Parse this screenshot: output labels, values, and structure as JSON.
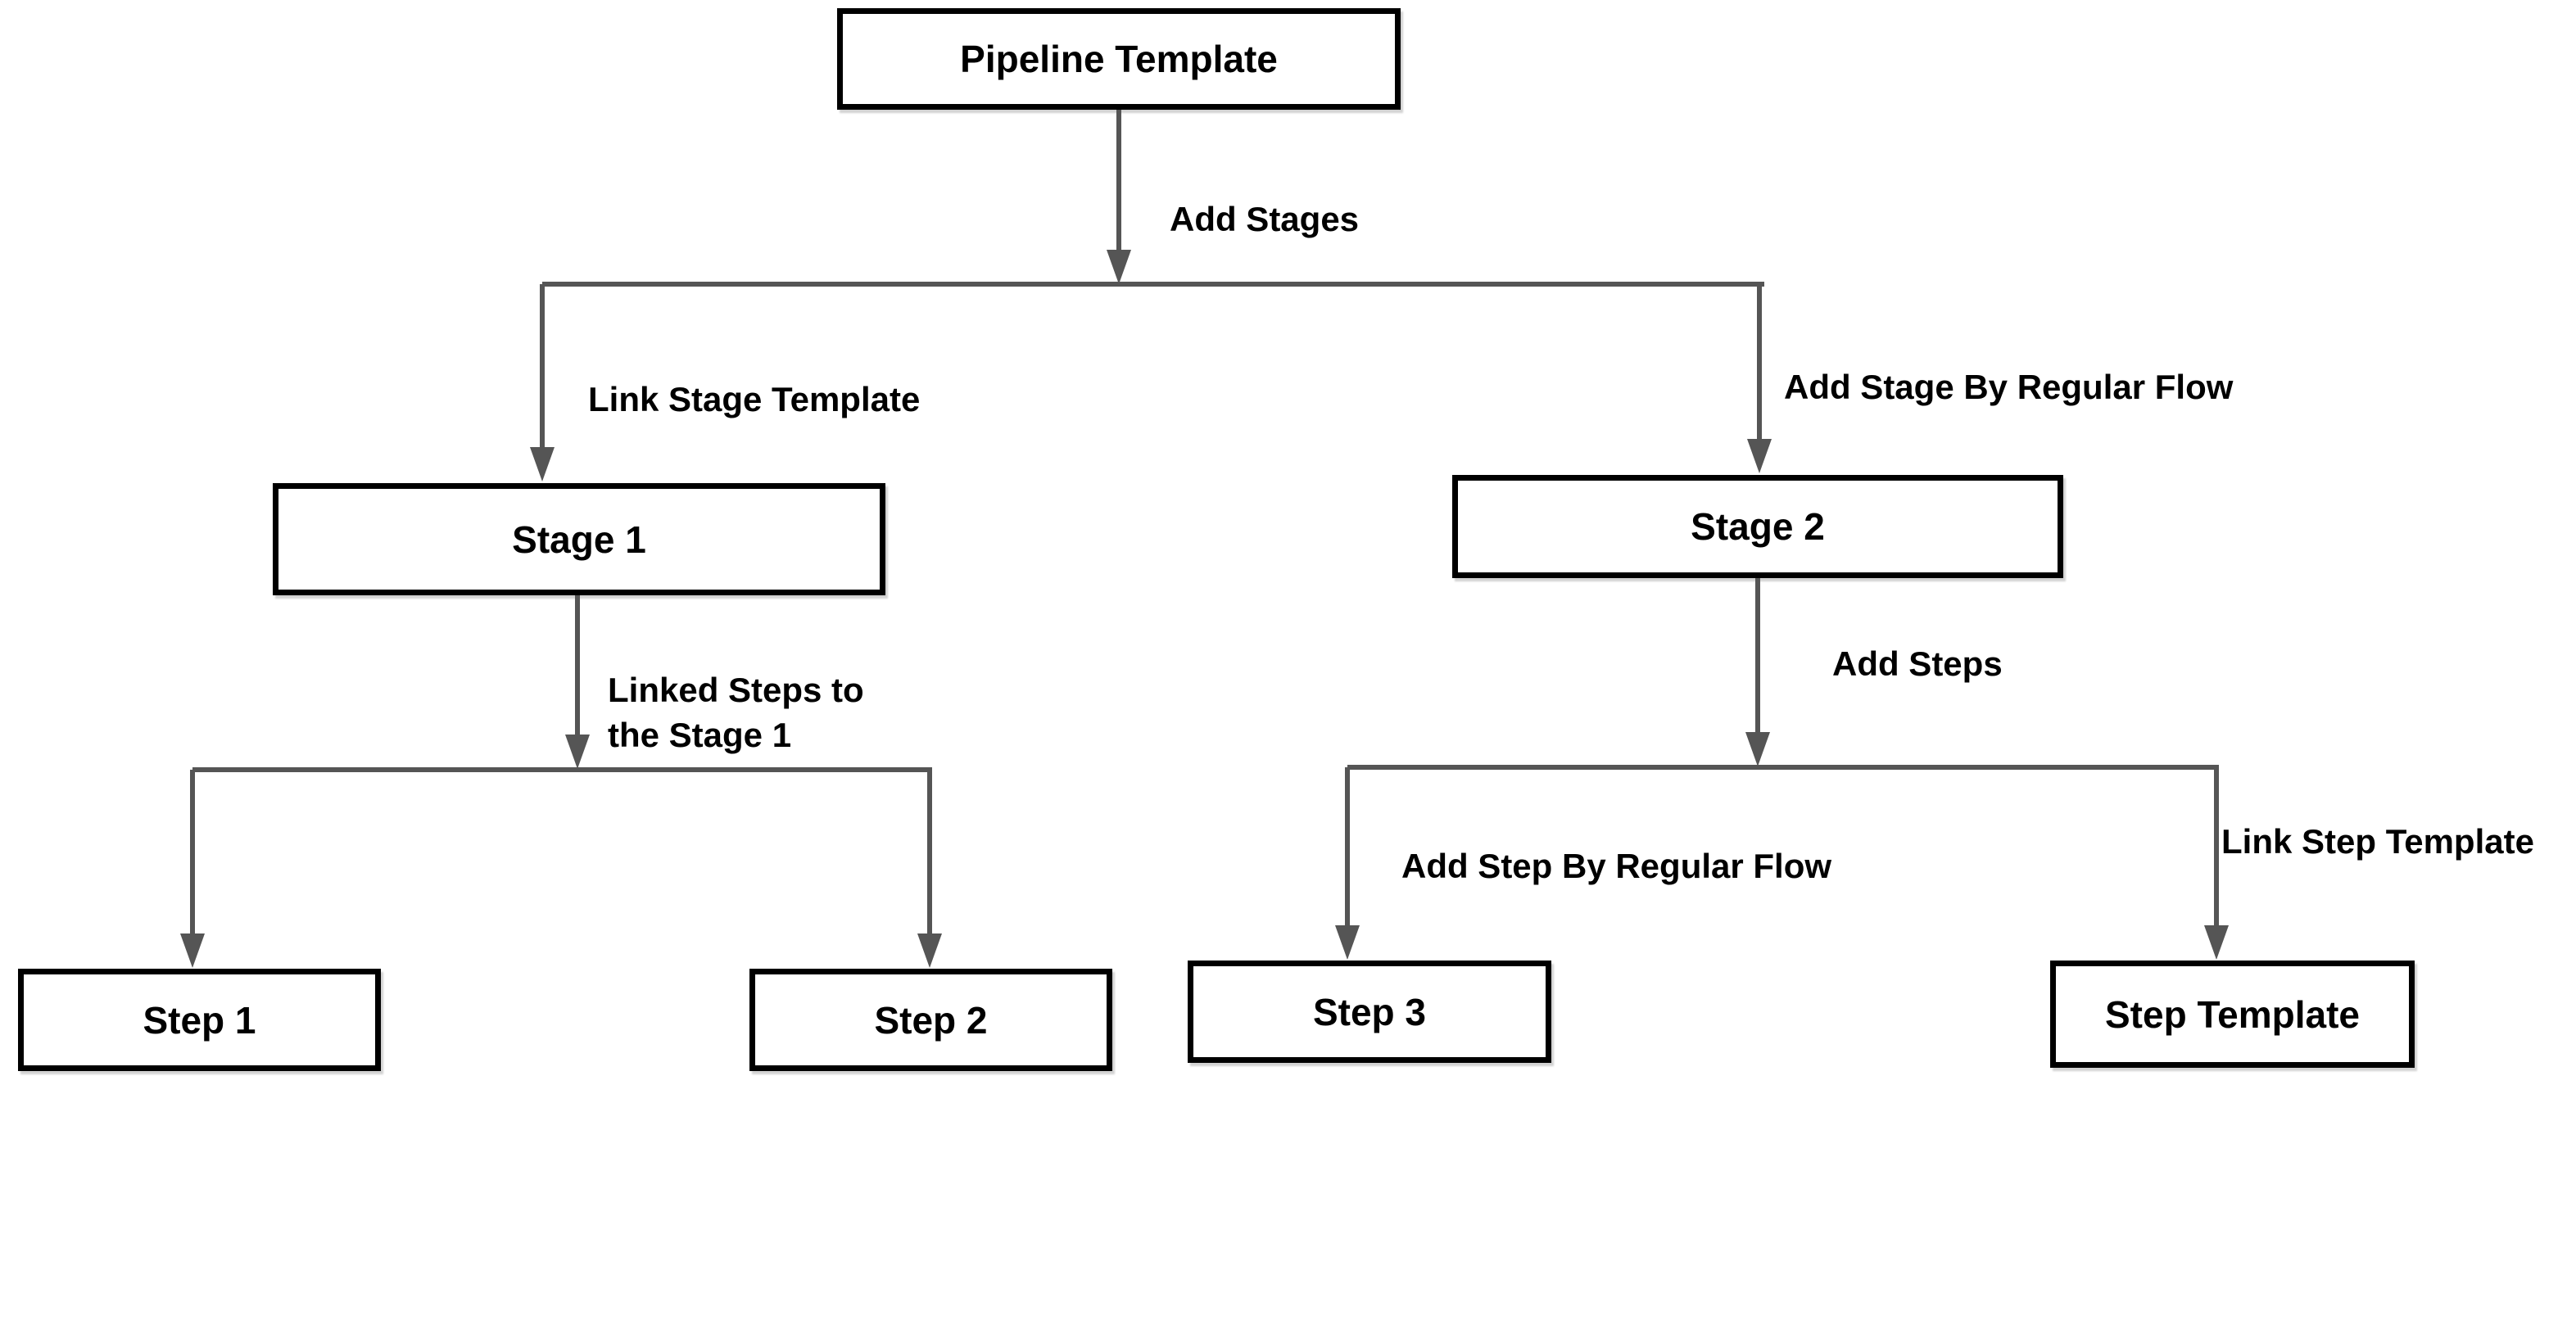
{
  "diagram": {
    "nodes": {
      "pipeline_template": "Pipeline Template",
      "stage_1": "Stage 1",
      "stage_2": "Stage 2",
      "step_1": "Step 1",
      "step_2": "Step 2",
      "step_3": "Step 3",
      "step_template": "Step Template"
    },
    "edges": {
      "add_stages": "Add Stages",
      "link_stage_template": "Link Stage Template",
      "add_stage_by_regular_flow": "Add Stage By Regular Flow",
      "linked_steps_to_stage_1": "Linked Steps to\nthe Stage 1",
      "add_steps": "Add Steps",
      "add_step_by_regular_flow": "Add Step By Regular Flow",
      "link_step_template": "Link Step Template"
    },
    "colors": {
      "background": "#ffffff",
      "box_fill": "#ffffff",
      "box_border": "#000000",
      "connector": "#555555",
      "label_text": "#000000"
    }
  }
}
